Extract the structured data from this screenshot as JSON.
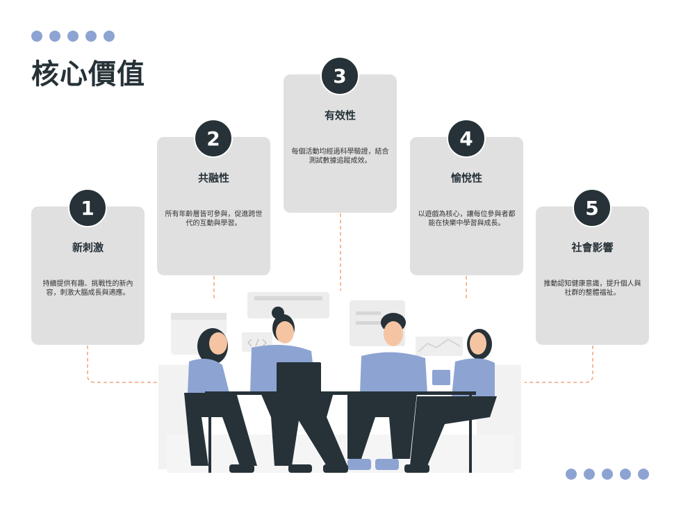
{
  "title": "核心價值",
  "colors": {
    "accent": "#8da4d3",
    "card": "#e0e0e0",
    "dark": "#263238",
    "connector": "#f0a37a"
  },
  "values": [
    {
      "number": "1",
      "title": "新刺激",
      "description": "持續提供有趣、挑戰性的新內容，刺激大腦成長與適應。"
    },
    {
      "number": "2",
      "title": "共融性",
      "description": "所有年齡層皆可參與，促進跨世代的互動與學習。"
    },
    {
      "number": "3",
      "title": "有效性",
      "description": "每個活動均經過科學驗證，結合測試數據追蹤成效。"
    },
    {
      "number": "4",
      "title": "愉悅性",
      "description": "以遊戲為核心，讓每位參與者都能在快樂中學習與成長。"
    },
    {
      "number": "5",
      "title": "社會影響",
      "description": "推動認知健康意識，提升個人與社群的整體福祉。"
    }
  ]
}
